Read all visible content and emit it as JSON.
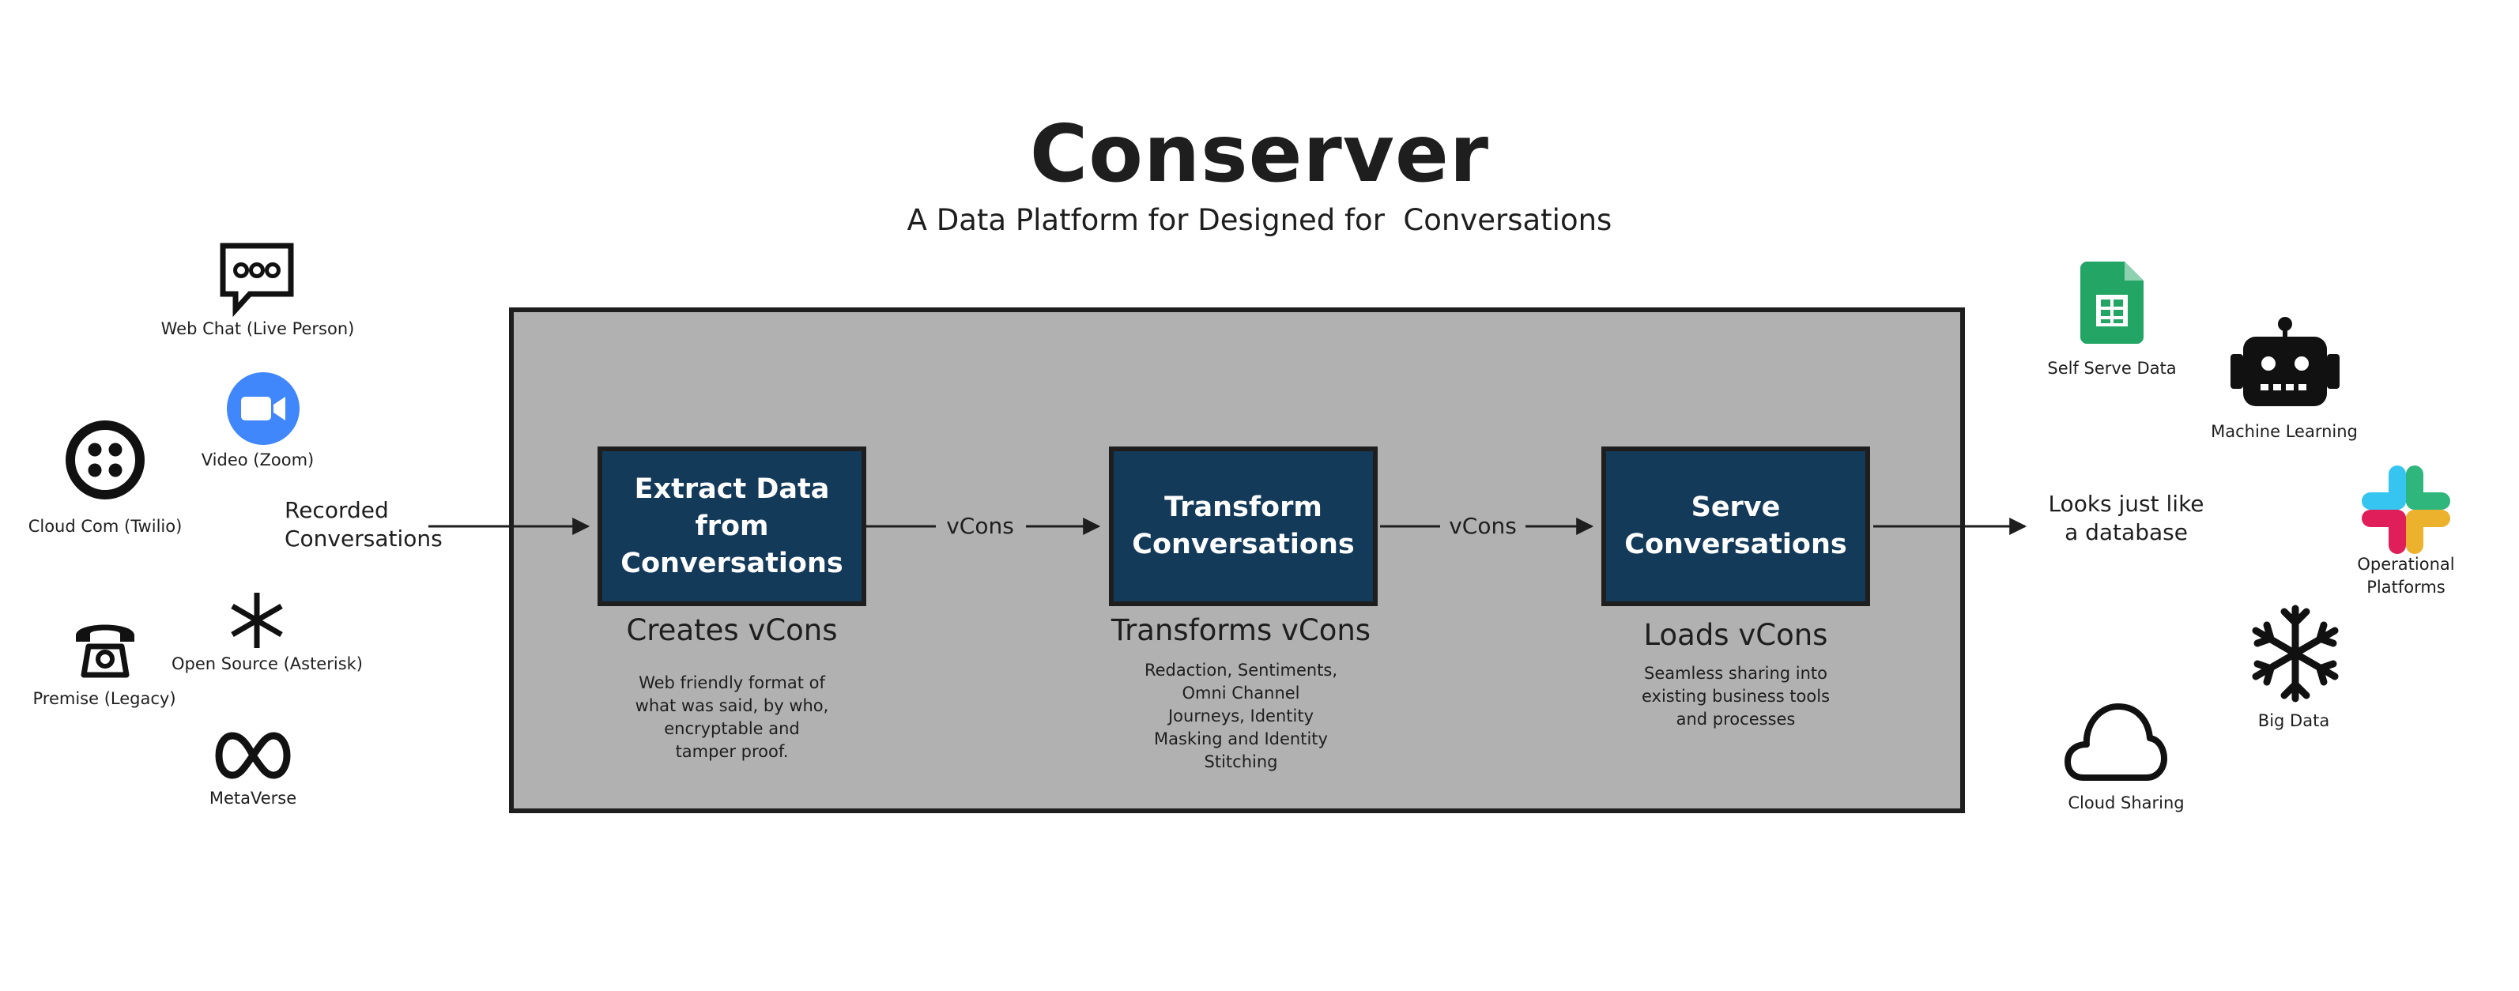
{
  "title": "Conserver",
  "subtitle": "A Data Platform for Designed for  Conversations",
  "sources": {
    "web_chat": "Web Chat (Live Person)",
    "video_zoom": "Video (Zoom)",
    "cloud_com": "Cloud Com (Twilio)",
    "open_source": "Open Source (Asterisk)",
    "premise": "Premise (Legacy)",
    "metaverse": "MetaVerse"
  },
  "input_label": "Recorded\nConversations",
  "stages": [
    {
      "label": "Extract Data from\nConversations",
      "subtitle": "Creates vCons",
      "description": "Web friendly format of\nwhat was said, by who,\nencryptable and\ntamper proof."
    },
    {
      "label": "Transform\nConversations",
      "subtitle": "Transforms vCons",
      "description": "Redaction, Sentiments,\nOmni Channel\nJourneys, Identity\nMasking and Identity\nStitching"
    },
    {
      "label": "Serve\nConversations",
      "subtitle": "Loads vCons",
      "description": "Seamless sharing into\nexisting business tools\nand processes"
    }
  ],
  "edges": [
    "vCons",
    "vCons"
  ],
  "output_label": "Looks just like\na database",
  "destinations": {
    "self_serve": "Self Serve Data",
    "machine_learning": "Machine Learning",
    "operational": "Operational\nPlatforms",
    "big_data": "Big Data",
    "cloud_sharing": "Cloud Sharing"
  },
  "colors": {
    "stage_fill": "#143a5a",
    "platform_fill": "#b1b1b1",
    "outline": "#1e1e1e",
    "zoom_blue": "#4087fc",
    "sheets_green": "#23a566",
    "slack_blue": "#36c5f0",
    "slack_green": "#2eb67d",
    "slack_yellow": "#ecb22e",
    "slack_red": "#e01e5a"
  },
  "icons": {
    "web_chat": "chat-bubble-icon",
    "video_zoom": "zoom-video-icon",
    "cloud_com": "twilio-icon",
    "open_source": "asterisk-icon",
    "premise": "telephone-icon",
    "metaverse": "meta-infinity-icon",
    "self_serve": "google-sheets-icon",
    "machine_learning": "robot-icon",
    "operational": "slack-icon",
    "big_data": "snowflake-icon",
    "cloud_sharing": "cloud-icon"
  }
}
